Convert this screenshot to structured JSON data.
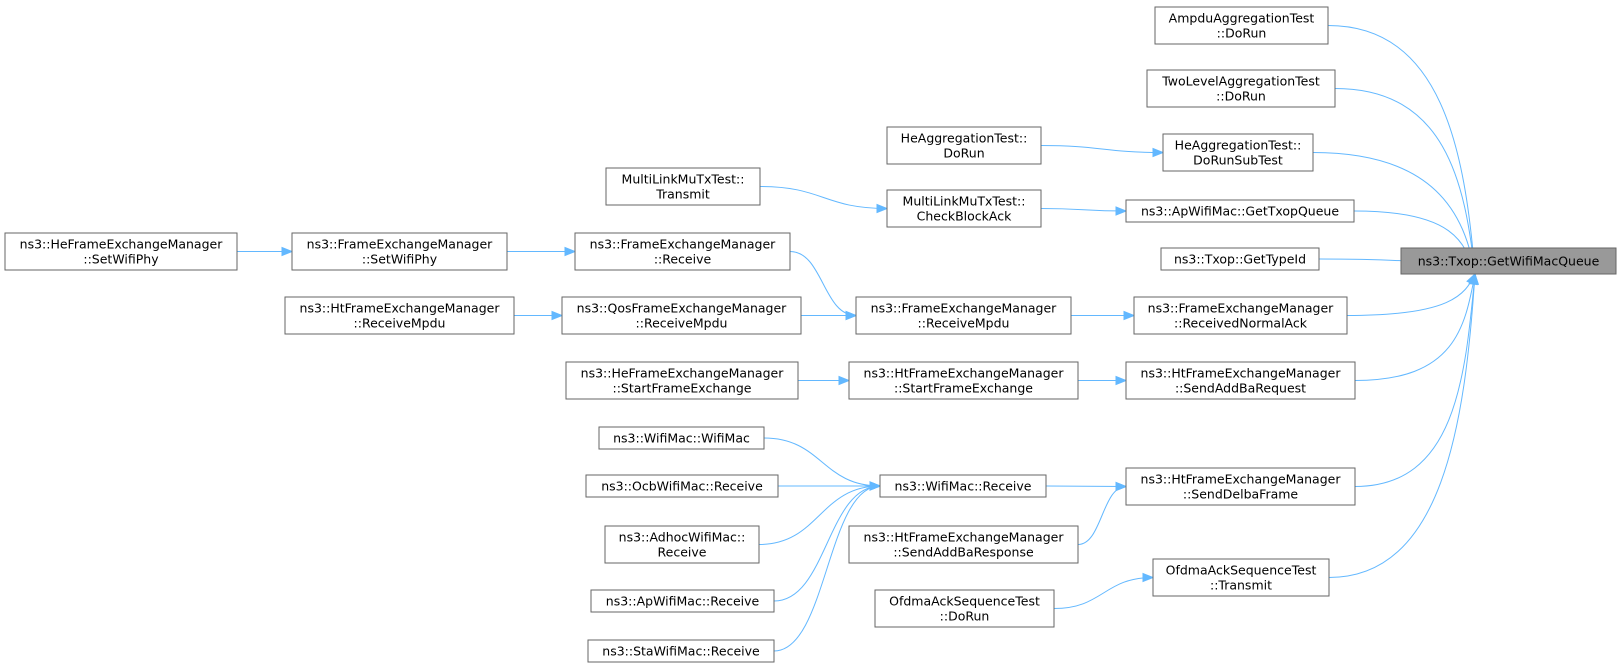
{
  "diagram": {
    "root": "ns3::Txop::GetWifiMacQueue",
    "nodes": {
      "root": [
        "ns3::Txop::GetWifiMacQueue"
      ],
      "ampdu": [
        "AmpduAggregationTest",
        "::DoRun"
      ],
      "twolevel": [
        "TwoLevelAggregationTest",
        "::DoRun"
      ],
      "hedorun": [
        "HeAggregationTest::",
        "DoRun"
      ],
      "hesubtest": [
        "HeAggregationTest::",
        "DoRunSubTest"
      ],
      "mltransmit": [
        "MultiLinkMuTxTest::",
        "Transmit"
      ],
      "mlcheck": [
        "MultiLinkMuTxTest::",
        "CheckBlockAck"
      ],
      "apgettxop": [
        "ns3::ApWifiMac::GetTxopQueue"
      ],
      "txopgettype": [
        "ns3::Txop::GetTypeId"
      ],
      "hefem_setphy": [
        "ns3::HeFrameExchangeManager",
        "::SetWifiPhy"
      ],
      "fem_setphy": [
        "ns3::FrameExchangeManager",
        "::SetWifiPhy"
      ],
      "fem_receive": [
        "ns3::FrameExchangeManager",
        "::Receive"
      ],
      "htfem_recvmpdu": [
        "ns3::HtFrameExchangeManager",
        "::ReceiveMpdu"
      ],
      "qosfem_recvmpdu": [
        "ns3::QosFrameExchangeManager",
        "::ReceiveMpdu"
      ],
      "fem_recvmpdu": [
        "ns3::FrameExchangeManager",
        "::ReceiveMpdu"
      ],
      "fem_recvack": [
        "ns3::FrameExchangeManager",
        "::ReceivedNormalAck"
      ],
      "hefem_start": [
        "ns3::HeFrameExchangeManager",
        "::StartFrameExchange"
      ],
      "htfem_start": [
        "ns3::HtFrameExchangeManager",
        "::StartFrameExchange"
      ],
      "htfem_sendaddba": [
        "ns3::HtFrameExchangeManager",
        "::SendAddBaRequest"
      ],
      "wifimac_ctor": [
        "ns3::WifiMac::WifiMac"
      ],
      "ocb_receive": [
        "ns3::OcbWifiMac::Receive"
      ],
      "adhoc_receive": [
        "ns3::AdhocWifiMac::",
        "Receive"
      ],
      "ap_receive": [
        "ns3::ApWifiMac::Receive"
      ],
      "sta_receive": [
        "ns3::StaWifiMac::Receive"
      ],
      "wifimac_receive": [
        "ns3::WifiMac::Receive"
      ],
      "htfem_senddelba": [
        "ns3::HtFrameExchangeManager",
        "::SendDelbaFrame"
      ],
      "htfem_sendaddbaresp": [
        "ns3::HtFrameExchangeManager",
        "::SendAddBaResponse"
      ],
      "ofdma_transmit": [
        "OfdmaAckSequenceTest",
        "::Transmit"
      ],
      "ofdma_dorun": [
        "OfdmaAckSequenceTest",
        "::DoRun"
      ]
    },
    "edges": [
      [
        "ampdu",
        "root"
      ],
      [
        "twolevel",
        "root"
      ],
      [
        "hesubtest",
        "root"
      ],
      [
        "apgettxop",
        "root"
      ],
      [
        "txopgettype",
        "root"
      ],
      [
        "fem_recvack",
        "root"
      ],
      [
        "htfem_sendaddba",
        "root"
      ],
      [
        "htfem_senddelba",
        "root"
      ],
      [
        "ofdma_transmit",
        "root"
      ],
      [
        "hedorun",
        "hesubtest"
      ],
      [
        "mltransmit",
        "mlcheck"
      ],
      [
        "mlcheck",
        "apgettxop"
      ],
      [
        "hefem_setphy",
        "fem_setphy"
      ],
      [
        "fem_setphy",
        "fem_receive"
      ],
      [
        "fem_receive",
        "fem_recvmpdu"
      ],
      [
        "htfem_recvmpdu",
        "qosfem_recvmpdu"
      ],
      [
        "qosfem_recvmpdu",
        "fem_recvmpdu"
      ],
      [
        "fem_recvmpdu",
        "fem_recvack"
      ],
      [
        "hefem_start",
        "htfem_start"
      ],
      [
        "htfem_start",
        "htfem_sendaddba"
      ],
      [
        "wifimac_ctor",
        "wifimac_receive"
      ],
      [
        "ocb_receive",
        "wifimac_receive"
      ],
      [
        "adhoc_receive",
        "wifimac_receive"
      ],
      [
        "ap_receive",
        "wifimac_receive"
      ],
      [
        "sta_receive",
        "wifimac_receive"
      ],
      [
        "wifimac_receive",
        "htfem_senddelba"
      ],
      [
        "htfem_sendaddbaresp",
        "htfem_senddelba"
      ],
      [
        "ofdma_dorun",
        "ofdma_transmit"
      ]
    ]
  }
}
